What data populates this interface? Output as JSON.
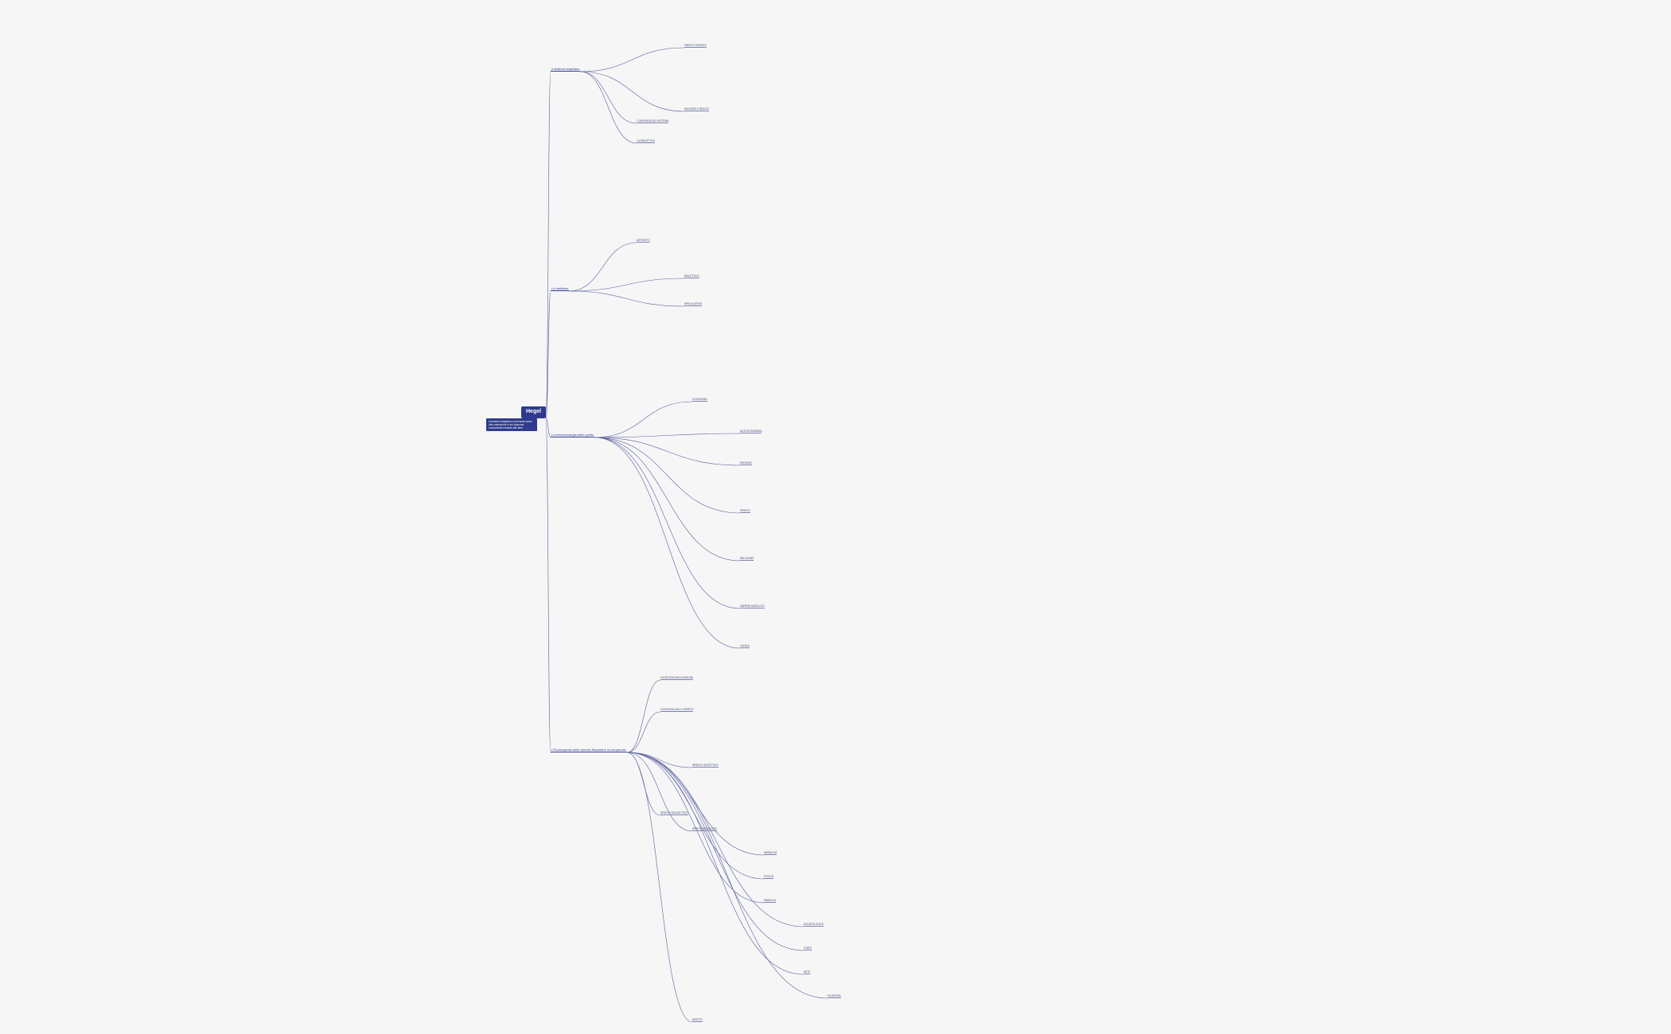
{
  "root": {
    "title": "Hegel"
  },
  "root_note": "Il pensiero hegeliano si presenta come una costruzione in cui ciascuna componente rimanda alle altre",
  "branches": [
    {
      "label": "Il sistema hegeliano"
    },
    {
      "label": "La dialettica"
    },
    {
      "label": "La fenomenologia dello spirito"
    },
    {
      "label": "L'Enciclopedia delle scienze filosofiche in compendio"
    }
  ],
  "sub_labels": [
    "I CAPISALDI DEL SISTEMA",
    "LA DIALETTICA",
    "FINITO E INFINITO",
    "RAGIONE E REALTÀ",
    "ASTRATTO",
    "DIALETTICO",
    "SPECULATIVO",
    "COSCIENZA",
    "AUTOCOSCIENZA",
    "RAGIONE",
    "SPIRITO",
    "RELIGIONE",
    "SAPERE ASSOLUTO",
    "LOGICA",
    "FILOSOFIA DELLA NATURA",
    "FILOSOFIA DELLO SPIRITO",
    "SPIRITO SOGGETTIVO",
    "SPIRITO OGGETTIVO",
    "SPIRITO ASSOLUTO",
    "DIRITTO",
    "MORALITÀ",
    "ETICITÀ",
    "FAMIGLIA",
    "SOCIETÀ CIVILE",
    "STATO",
    "ARTE",
    "FILOSOFIA"
  ]
}
